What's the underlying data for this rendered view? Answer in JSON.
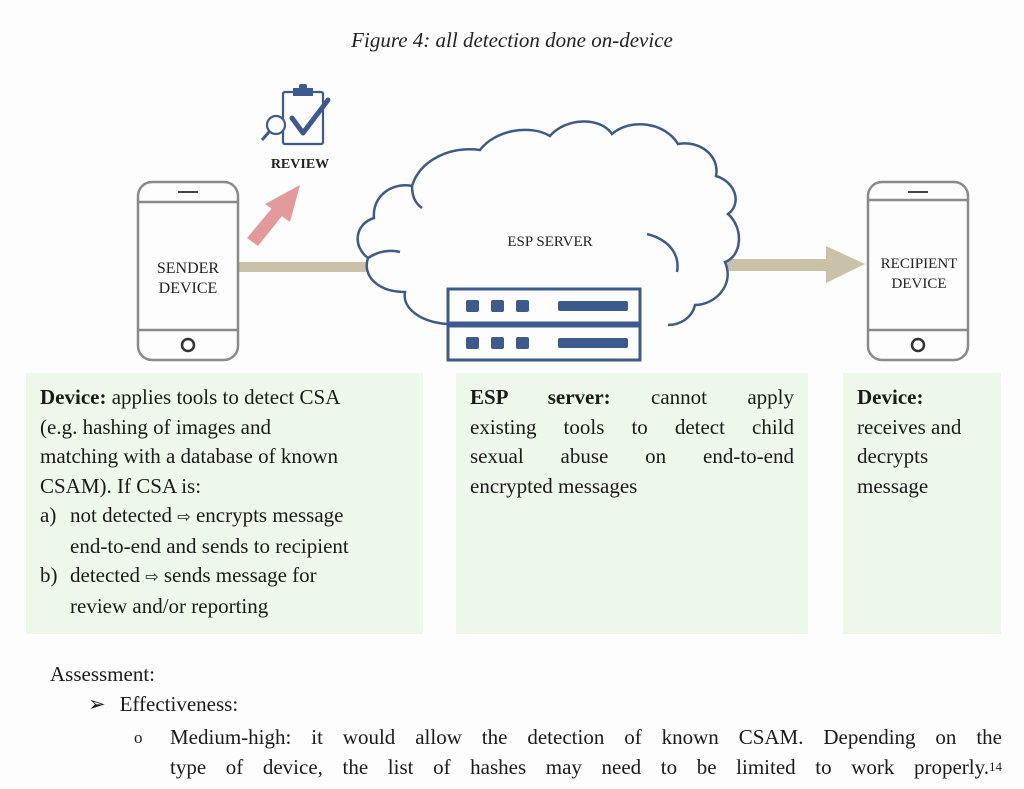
{
  "figure": {
    "caption": "Figure 4: all detection done on-device",
    "nodes": {
      "review": "REVIEW",
      "sender": [
        "SENDER",
        "DEVICE"
      ],
      "server": "ESP SERVER",
      "recipient": [
        "RECIPIENT",
        "DEVICE"
      ]
    },
    "icons": {
      "review": "clipboard-check-magnifier-icon",
      "sender": "smartphone-icon",
      "server": "cloud-server-icon",
      "recipient": "smartphone-icon"
    },
    "colors": {
      "phone_stroke": "#8a8a8a",
      "cloud_stroke": "#3e5a8c",
      "flow_arrow": "#c9c2a8",
      "review_arrow": "#e39a9a",
      "box_bg": "#eef8ea"
    }
  },
  "boxes": {
    "sender": {
      "heading": "Device:",
      "intro_lines": [
        " applies tools to detect CSA",
        "(e.g. hashing of images and",
        "matching with a database of known",
        "CSAM). If CSA is:"
      ],
      "options": [
        {
          "marker": "a)",
          "lines": [
            "not detected",
            "encrypts message",
            "end-to-end and sends to recipient"
          ]
        },
        {
          "marker": "b)",
          "lines": [
            "detected",
            "sends message for",
            "review and/or reporting"
          ]
        }
      ],
      "arrow_glyph": "⇨"
    },
    "server": {
      "heading": "ESP server:",
      "lines": [
        " cannot apply",
        "existing tools to detect child",
        "sexual abuse on end-to-end",
        "encrypted messages"
      ]
    },
    "recipient": {
      "heading": "Device:",
      "lines": [
        "receives and",
        "decrypts",
        "message"
      ]
    }
  },
  "assessment": {
    "title": "Assessment:",
    "bullet_marker": "➢",
    "section": "Effectiveness:",
    "sub_marker": "o",
    "text_lines": [
      "Medium-high: it would allow the detection of known CSAM. Depending on the",
      "type of device, the list of hashes may need to be limited to work properly."
    ],
    "footnote": "14"
  }
}
